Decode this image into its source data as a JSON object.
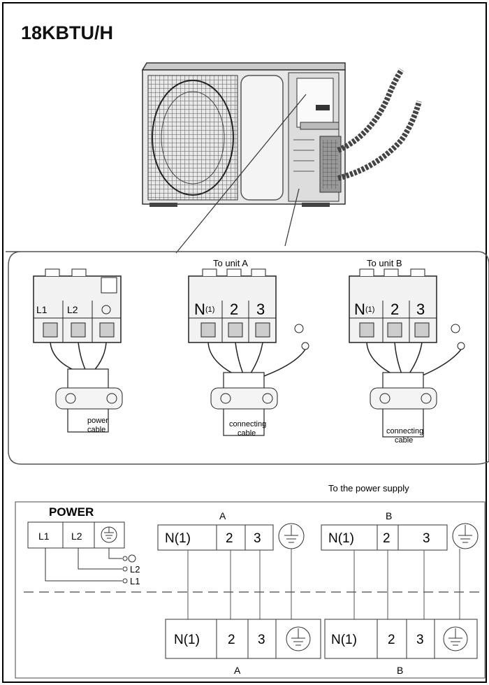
{
  "title": "18KBTU/H",
  "terminals": {
    "power": {
      "l1": "L1",
      "l2": "L2",
      "cable": [
        "power",
        "cable"
      ]
    },
    "unit_a": {
      "header": "To unit A",
      "n": "N",
      "n_sub": "(1)",
      "t2": "2",
      "t3": "3",
      "cable": [
        "connecting",
        "cable"
      ]
    },
    "unit_b": {
      "header": "To unit B",
      "n": "N",
      "n_sub": "(1)",
      "t2": "2",
      "t3": "3",
      "cable": [
        "connecting",
        "cable"
      ]
    }
  },
  "schematic": {
    "supply_label": "To the power supply",
    "power_label": "POWER",
    "power_l1": "L1",
    "power_l2": "L2",
    "out_l2": "L2",
    "out_l1": "L1",
    "a_label": "A",
    "b_label": "B",
    "n1": "N(1)",
    "t2": "2",
    "t3": "3",
    "a_bottom_label": "A",
    "b_bottom_label": "B"
  }
}
